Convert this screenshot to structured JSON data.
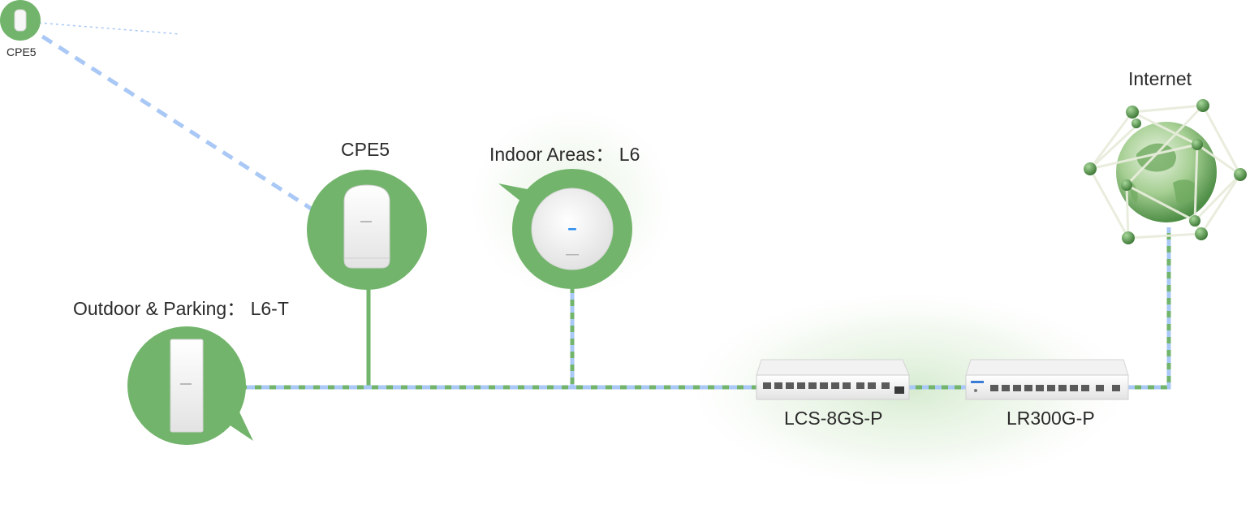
{
  "labels": {
    "cpe5_corner": "CPE5",
    "cpe5": "CPE5",
    "indoor": "Indoor Areas： L6",
    "outdoor": "Outdoor & Parking： L6-T",
    "switch": "LCS-8GS-P",
    "router": "LR300G-P",
    "internet": "Internet"
  },
  "colors": {
    "green": "#72b46b",
    "link_blue": "#a9c8f5",
    "device_white": "#f4f4f4"
  },
  "icons": {
    "outdoor_ap": "outdoor-ap-icon",
    "cpe": "cpe-icon",
    "ceiling_ap": "ceiling-ap-icon",
    "switch": "switch-icon",
    "router": "router-icon",
    "globe": "globe-network-icon"
  }
}
